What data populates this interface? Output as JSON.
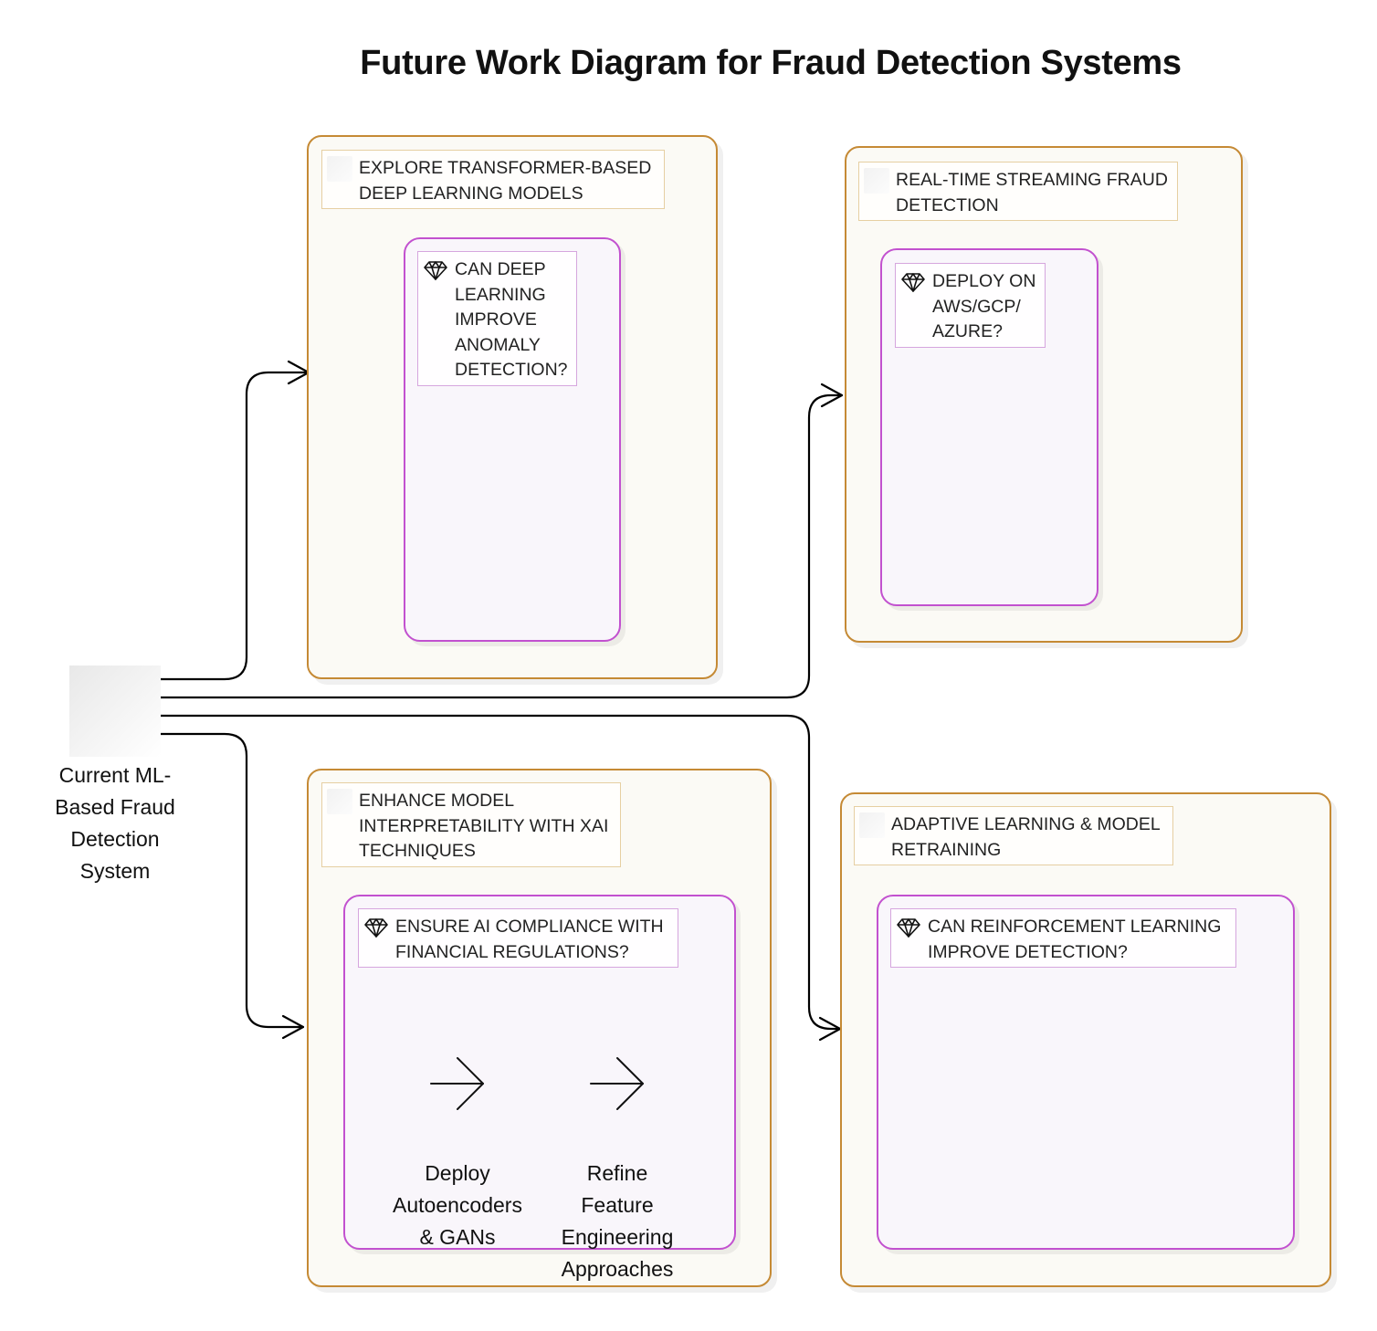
{
  "title": "Future Work Diagram for Fraud Detection Systems",
  "source_node": {
    "label": "Current ML-\nBased Fraud\nDetection\nSystem",
    "icon": "blank-image"
  },
  "groups": [
    {
      "label": "EXPLORE TRANSFORMER-BASED\nDEEP LEARNING MODELS",
      "question": "CAN DEEP\nLEARNING\nIMPROVE\nANOMALY\nDETECTION?",
      "question_icon": "gem-icon"
    },
    {
      "label": "REAL-TIME STREAMING FRAUD\nDETECTION",
      "question": "DEPLOY ON\nAWS/GCP/\nAZURE?",
      "question_icon": "gem-icon"
    },
    {
      "label": "ENHANCE MODEL\nINTERPRETABILITY WITH XAI\nTECHNIQUES",
      "question": "ENSURE AI COMPLIANCE WITH\nFINANCIAL REGULATIONS?",
      "question_icon": "gem-icon",
      "steps": [
        {
          "label": "Deploy\nAutoencoders\n& GANs",
          "icon": "arrow-right-icon"
        },
        {
          "label": "Refine\nFeature\nEngineering\nApproaches",
          "icon": "arrow-right-icon"
        }
      ]
    },
    {
      "label": "ADAPTIVE LEARNING & MODEL\nRETRAINING",
      "question": "CAN REINFORCEMENT LEARNING\nIMPROVE DETECTION?",
      "question_icon": "gem-icon"
    }
  ],
  "colors": {
    "group_border": "#c58a35",
    "group_fill": "#fbfaf5",
    "inner_border": "#c251cf",
    "inner_fill": "#f9f6fb",
    "edge": "#000000"
  }
}
